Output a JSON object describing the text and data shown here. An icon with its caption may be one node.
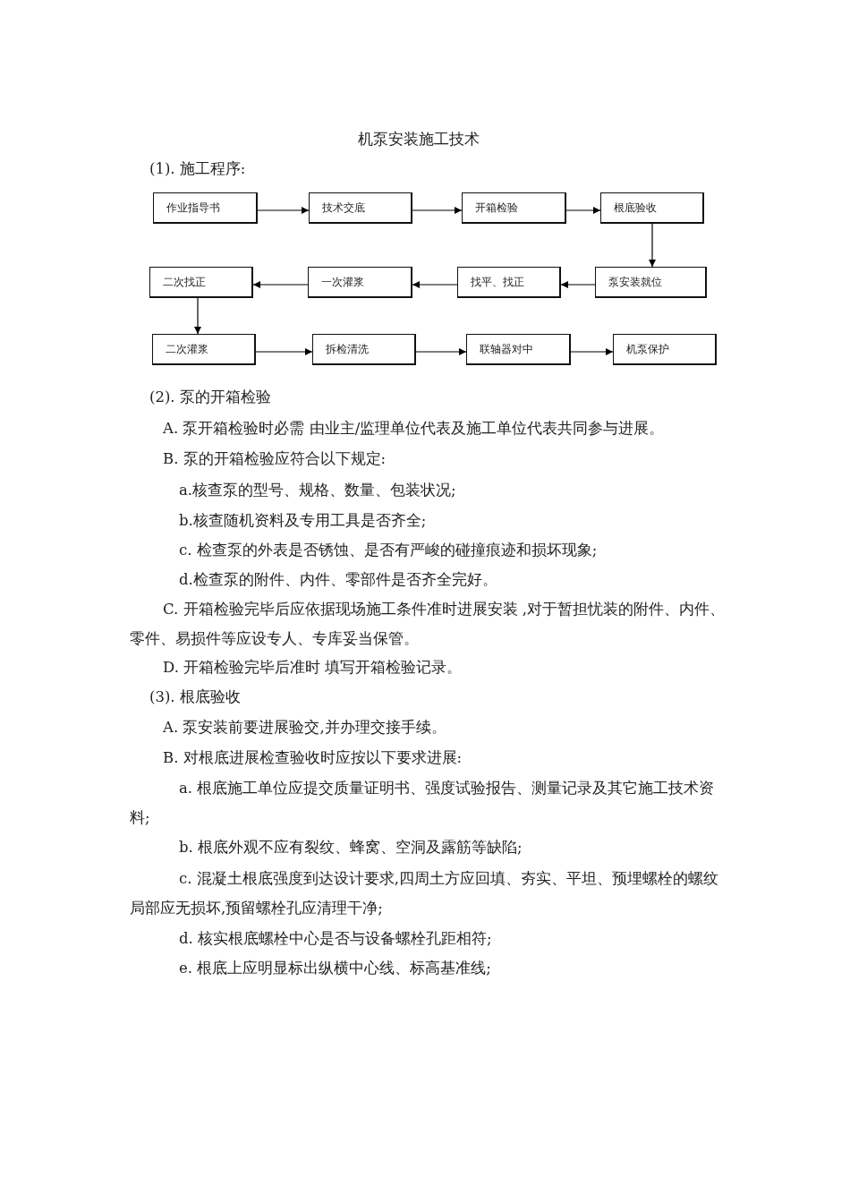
{
  "diagram": {
    "title": "机泵安装施工技术",
    "nodes": [
      {
        "text": [
          "作业指导书"
        ]
      },
      {
        "text": [
          "技术交底"
        ]
      },
      {
        "text": [
          "开箱检验"
        ]
      },
      {
        "text": [
          "根底验收"
        ]
      },
      {
        "text": [
          "二次找正"
        ]
      },
      {
        "text": [
          "一次灌浆"
        ]
      },
      {
        "text": [
          "找平、找正"
        ]
      },
      {
        "text": [
          "泵安装就位"
        ]
      },
      {
        "text": [
          "二次灌浆"
        ]
      },
      {
        "text": [
          "拆检清洗"
        ]
      },
      {
        "text": [
          "联轴器对中"
        ]
      },
      {
        "text": [
          "机泵保护"
        ]
      }
    ],
    "edges": [
      {
        "from": 0,
        "to": 1,
        "arrow": "to"
      },
      {
        "from": 1,
        "to": 2,
        "arrow": "to"
      },
      {
        "from": 2,
        "to": 3,
        "arrow": "to"
      },
      {
        "from": 3,
        "to": 7,
        "arrow": "to"
      },
      {
        "from": 7,
        "to": 6,
        "arrow": "to"
      },
      {
        "from": 6,
        "to": 5,
        "arrow": "to"
      },
      {
        "from": 5,
        "to": 4,
        "arrow": "to"
      },
      {
        "from": 4,
        "to": 8,
        "arrow": "to"
      },
      {
        "from": 8,
        "to": 9,
        "arrow": "to"
      },
      {
        "from": 9,
        "to": 10,
        "arrow": "to"
      },
      {
        "from": 10,
        "to": 11,
        "arrow": "to"
      }
    ],
    "labels": [
      "(1). 施工程序:",
      "(2). 泵的开箱检验",
      "A. 泵开箱检验时必需 由业主/监理单位代表及施工单位代表共同参与进展。",
      "B. 泵的开箱检验应符合以下规定:",
      "a.核查泵的型号、规格、数量、包装状况;",
      "b.核查随机资料及专用工具是否齐全;",
      "c. 检查泵的外表是否锈蚀、是否有严峻的碰撞痕迹和损坏现象;",
      "d.检查泵的附件、内件、零部件是否齐全完好。",
      "C. 开箱检验完毕后应依据现场施工条件准时进展安装 ,对于暂担忧装的附件、内件、零件、易损件等应设专人、专库妥当保管。",
      "D. 开箱检验完毕后准时 填写开箱检验记录。",
      "(3). 根底验收",
      "A. 泵安装前要进展验交,并办理交接手续。",
      "B. 对根底进展检查验收时应按以下要求进展:",
      "a. 根底施工单位应提交质量证明书、强度试验报告、测量记录及其它施工技术资料;",
      "b. 根底外观不应有裂纹、蜂窝、空洞及露筋等缺陷;",
      "c. 混凝土根底强度到达设计要求,四周土方应回填、夯实、平坦、预埋螺栓的螺纹局部应无损坏,预留螺栓孔应清理干净;",
      "d. 核实根底螺栓中心是否与设备螺栓孔距相符;",
      "e. 根底上应明显标出纵横中心线、标高基准线;"
    ]
  }
}
